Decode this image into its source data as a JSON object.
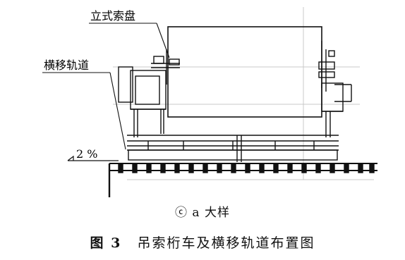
{
  "labels": {
    "coil": "立式索盘",
    "rail": "横移轨道",
    "slope": "2 %"
  },
  "subcaption": {
    "symbol": "ⓒ",
    "text": "a 大样"
  },
  "caption": {
    "number": "图 3",
    "title": "吊索桁车及横移轨道布置图"
  },
  "colors": {
    "line": "#111111",
    "guide": "#c8c8c8",
    "background": "#ffffff"
  }
}
